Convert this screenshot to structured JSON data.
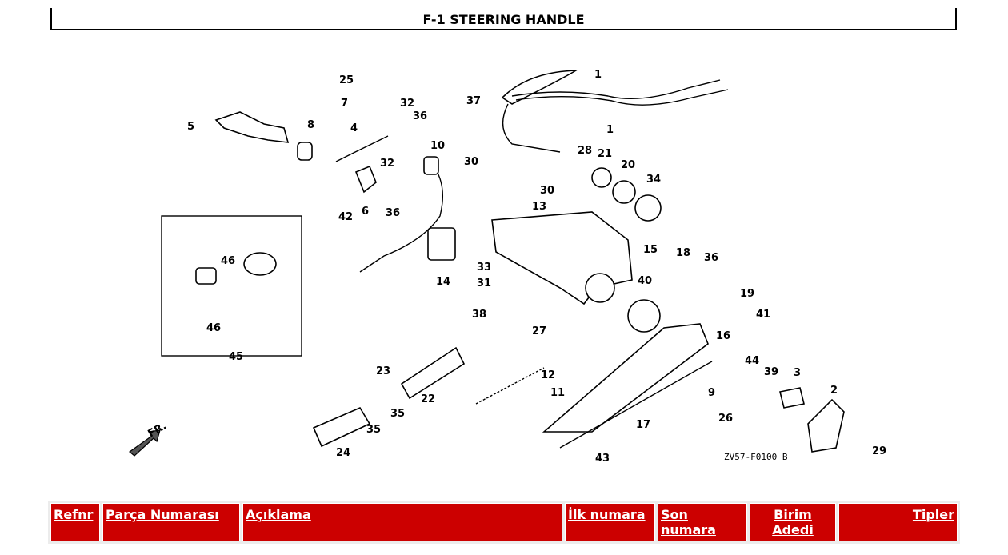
{
  "title": "F-1 STEERING HANDLE",
  "diagram": {
    "code": "ZV57-F0100 B",
    "direction_label": "FR.",
    "callouts": [
      "1",
      "1",
      "2",
      "3",
      "4",
      "5",
      "6",
      "7",
      "8",
      "9",
      "10",
      "11",
      "12",
      "13",
      "14",
      "15",
      "16",
      "17",
      "18",
      "19",
      "20",
      "21",
      "22",
      "23",
      "24",
      "25",
      "26",
      "27",
      "28",
      "29",
      "30",
      "30",
      "31",
      "32",
      "32",
      "33",
      "34",
      "35",
      "35",
      "36",
      "36",
      "36",
      "37",
      "38",
      "39",
      "40",
      "41",
      "42",
      "43",
      "44",
      "45",
      "46",
      "46"
    ]
  },
  "table": {
    "headers": [
      {
        "label": "Refnr"
      },
      {
        "label": "Parça Numarası"
      },
      {
        "label": "Açıklama"
      },
      {
        "label": "İlk numara"
      },
      {
        "label": "Son numara"
      },
      {
        "label": "Birim Adedi"
      },
      {
        "label": "Tipler"
      }
    ]
  }
}
